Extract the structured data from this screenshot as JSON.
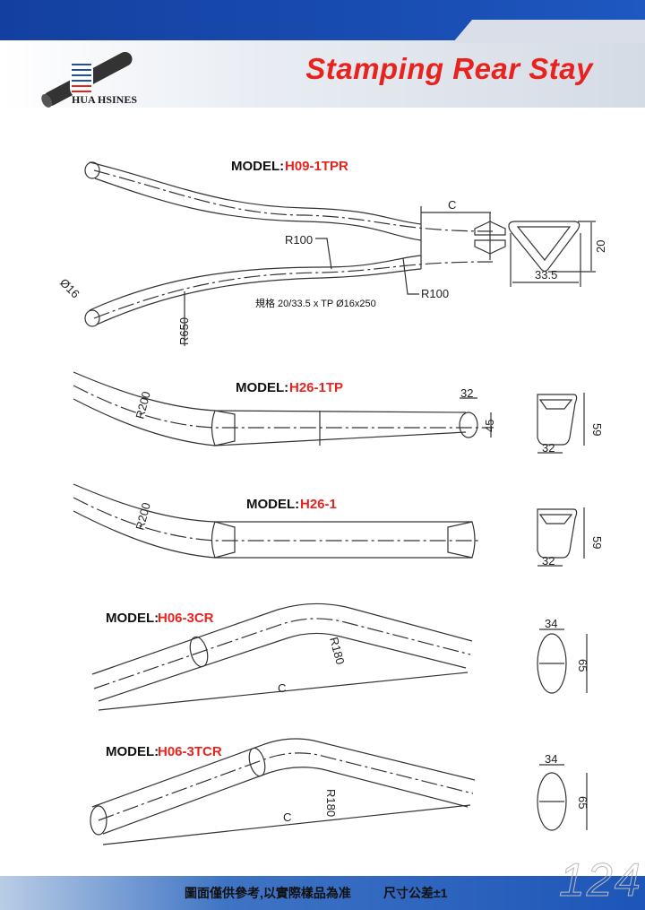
{
  "header": {
    "title": "Stamping Rear Stay",
    "brand": "HUA HSINES"
  },
  "colors": {
    "accent_red": "#e8231d",
    "header_blue": "#1a4fb5"
  },
  "models": [
    {
      "prefix": "MODEL:",
      "name": "H09-1TPR",
      "spec": "規格 20/33.5 x TP Ø16x250",
      "dims": {
        "r1": "R100",
        "r2": "R100",
        "r3": "R650",
        "dia": "Ø16",
        "c": "C",
        "height": "20",
        "width": "33.5"
      }
    },
    {
      "prefix": "MODEL:",
      "name": "H26-1TP",
      "dims": {
        "r": "R200",
        "a": "32",
        "b": "45",
        "height": "59",
        "width": "32"
      }
    },
    {
      "prefix": "MODEL:",
      "name": "H26-1",
      "dims": {
        "r": "R200",
        "height": "59",
        "width": "32"
      }
    },
    {
      "prefix": "MODEL:",
      "name": "H06-3CR",
      "dims": {
        "r": "R180",
        "c": "C",
        "width": "34",
        "height": "65"
      }
    },
    {
      "prefix": "MODEL:",
      "name": "H06-3TCR",
      "dims": {
        "r": "R180",
        "c": "C",
        "width": "34",
        "height": "65"
      }
    }
  ],
  "footer": {
    "note": "圖面僅供參考,以實際樣品為准",
    "tolerance": "尺寸公差±1",
    "page": "124"
  }
}
